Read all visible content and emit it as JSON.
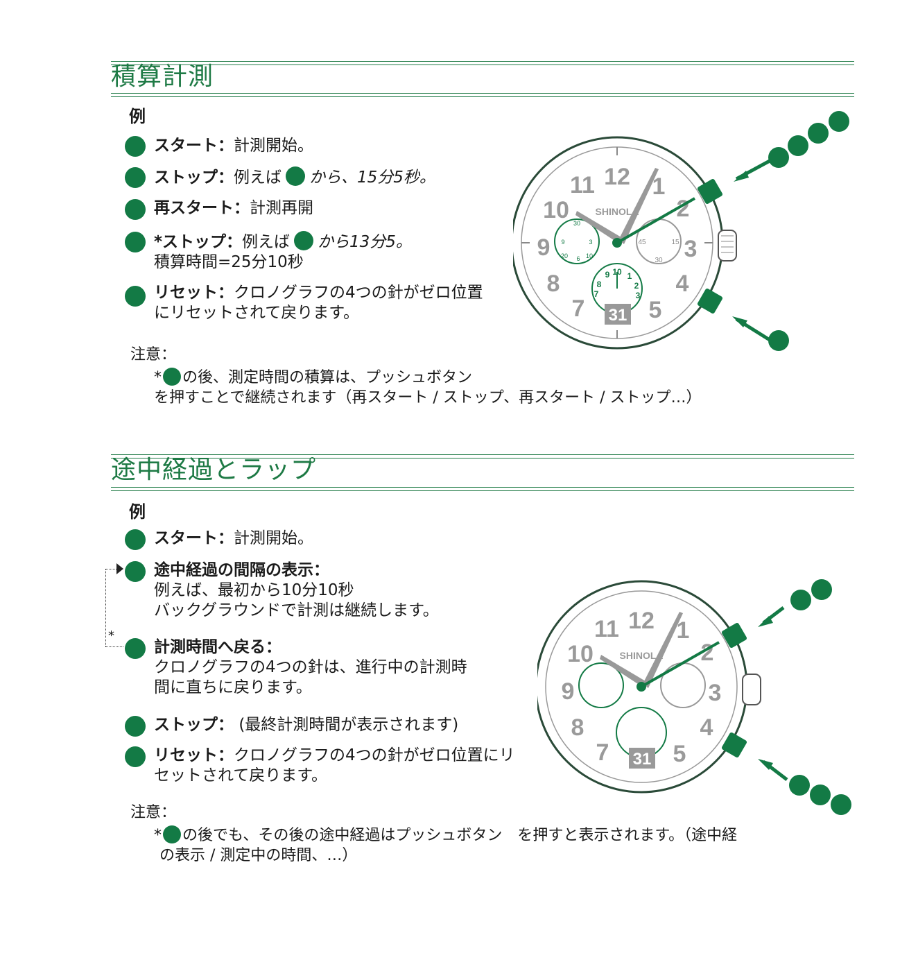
{
  "section1": {
    "title": "積算計測",
    "example": "例",
    "steps": [
      {
        "label": "スタート：",
        "text": "計測開始。"
      },
      {
        "label": "ストップ：",
        "pre": "例えば",
        "post": "から、15分5秒。"
      },
      {
        "label": "再スタート：",
        "text": "計測再開"
      },
      {
        "label": "*ストップ：",
        "pre": "例えば",
        "post": "から13分5。",
        "line2": "積算時間=25分10秒"
      },
      {
        "label": "リセット：",
        "text": "クロノグラフの4つの針がゼロ位置",
        "line2": "にリセットされて戻ります。"
      }
    ],
    "note_title": "注意：",
    "note_line1": "の後、測定時間の積算は、プッシュボタン",
    "note_line2": "を押すことで継続されます（再スタート / ストップ、再スタート / ストップ…）"
  },
  "section2": {
    "title": "途中経過とラップ",
    "example": "例",
    "steps": [
      {
        "label": "スタート：",
        "text": "計測開始。"
      },
      {
        "label": "途中経過の間隔の表示：",
        "line2": "例えば、最初から10分10秒",
        "line3": "バックグラウンドで計測は継続します。"
      },
      {
        "label": "計測時間へ戻る：",
        "line2": "クロノグラフの4つの針は、進行中の計測時",
        "line3": "間に直ちに戻ります。"
      },
      {
        "label": "ストップ：",
        "text": "(最終計測時間が表示されます)"
      },
      {
        "label": "リセット：",
        "text": "クロノグラフの4つの針がゼロ位置にリ",
        "line2": "セットされて戻ります。"
      }
    ],
    "asterisk": "*",
    "note_title": "注意：",
    "note_line1": "の後でも、その後の途中経過はプッシュボタン　を押すと表示されます。（途中経",
    "note_line2": "の表示 / 測定中の時間、…）"
  },
  "watch": {
    "brand": "SHINOLA",
    "numerals": [
      "12",
      "1",
      "2",
      "3",
      "4",
      "5",
      "7",
      "8",
      "9",
      "10",
      "11"
    ],
    "date": "31",
    "sub_left": [
      "30",
      "9",
      "3",
      "20",
      "6",
      "10"
    ],
    "sub_right": [
      "45",
      "15",
      "30"
    ],
    "sub_bottom": [
      "10",
      "9",
      "1",
      "8",
      "2",
      "7",
      "3"
    ]
  },
  "colors": {
    "green": "#137a45",
    "rule": "#1e7a45",
    "grey": "#9a9a9a"
  }
}
